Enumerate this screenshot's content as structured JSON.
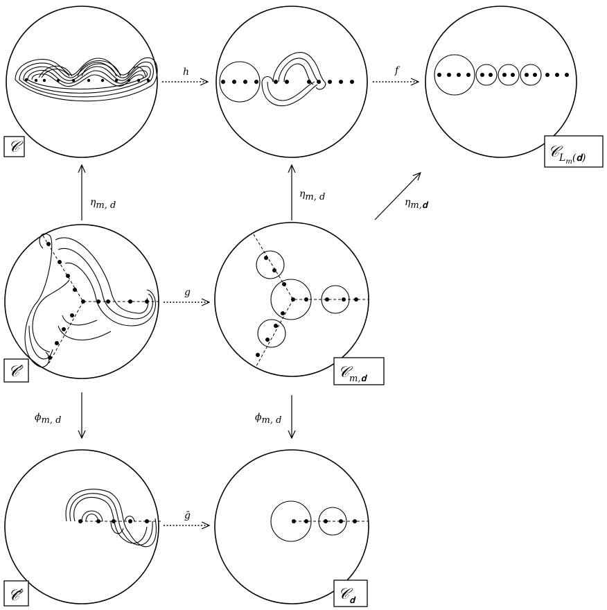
{
  "labels": {
    "C": "𝒞",
    "C_prime": "𝒞′",
    "C_bar_prime": "𝒞̄′",
    "C_md_main": "𝒞",
    "C_md_sub": "m,𝐝",
    "C_d_main": "𝒞",
    "C_d_sub": "𝐝",
    "C_L_main": "𝒞",
    "C_L_sub": "L",
    "C_L_subsub": "m",
    "C_L_tail": "(𝐝)"
  },
  "arrows": {
    "h": "h",
    "f": "f",
    "g": "g",
    "g_bar": "ḡ",
    "eta_left": "η",
    "eta_left_sub": "m, d",
    "eta_mid": "η",
    "eta_mid_sub": "m, d",
    "eta_diag": "η",
    "eta_diag_sub": "m,𝐝",
    "phi_left": "ϕ",
    "phi_left_sub": "m, d",
    "phi_mid": "ϕ",
    "phi_mid_sub": "m, d"
  }
}
